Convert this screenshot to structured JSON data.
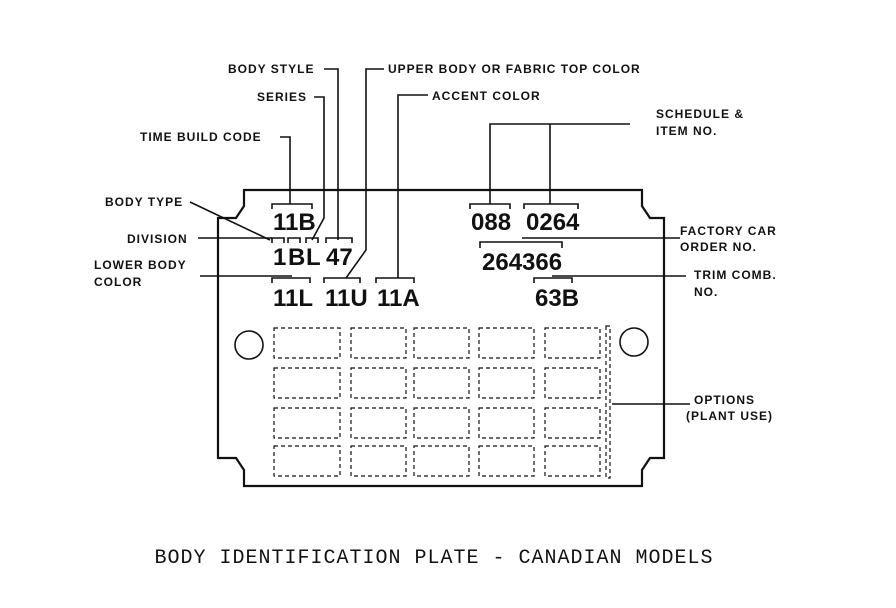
{
  "labels": {
    "body_style": "BODY STYLE",
    "upper_body": "UPPER BODY OR FABRIC TOP COLOR",
    "series": "SERIES",
    "accent_color": "ACCENT COLOR",
    "schedule_1": "SCHEDULE &",
    "schedule_2": "ITEM NO.",
    "time_build_code": "TIME BUILD CODE",
    "body_type": "BODY TYPE",
    "division": "DIVISION",
    "lower_body_1": "LOWER BODY",
    "lower_body_2": "COLOR",
    "factory_order_1": "FACTORY CAR",
    "factory_order_2": "ORDER NO.",
    "trim_comb_1": "TRIM COMB.",
    "trim_comb_2": "NO.",
    "options_1": "OPTIONS",
    "options_2": "(PLANT USE)"
  },
  "codes": {
    "time_build": "11B",
    "schedule": "088",
    "item": "0264",
    "division": "1",
    "body_type": "B",
    "series": "L",
    "body_style": "47",
    "factory_order": "264366",
    "lower_color": "11L",
    "upper_color": "11U",
    "accent_color": "11A",
    "trim_comb": "63B"
  },
  "caption": "BODY IDENTIFICATION PLATE - CANADIAN MODELS"
}
